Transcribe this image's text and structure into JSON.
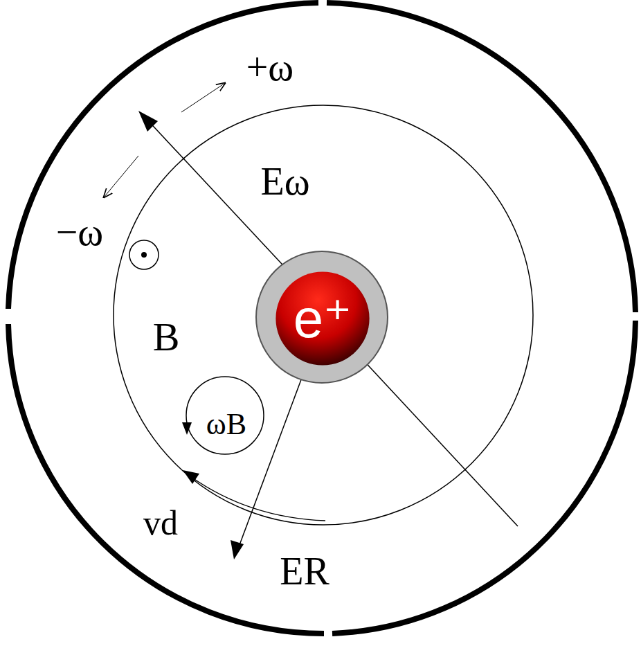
{
  "diagram": {
    "nodes": [
      {
        "text": [
          "e⁺"
        ]
      }
    ],
    "labels": [
      "+ω",
      "−ω",
      "Eω",
      "B",
      "ωB",
      "vd",
      "ER"
    ]
  }
}
